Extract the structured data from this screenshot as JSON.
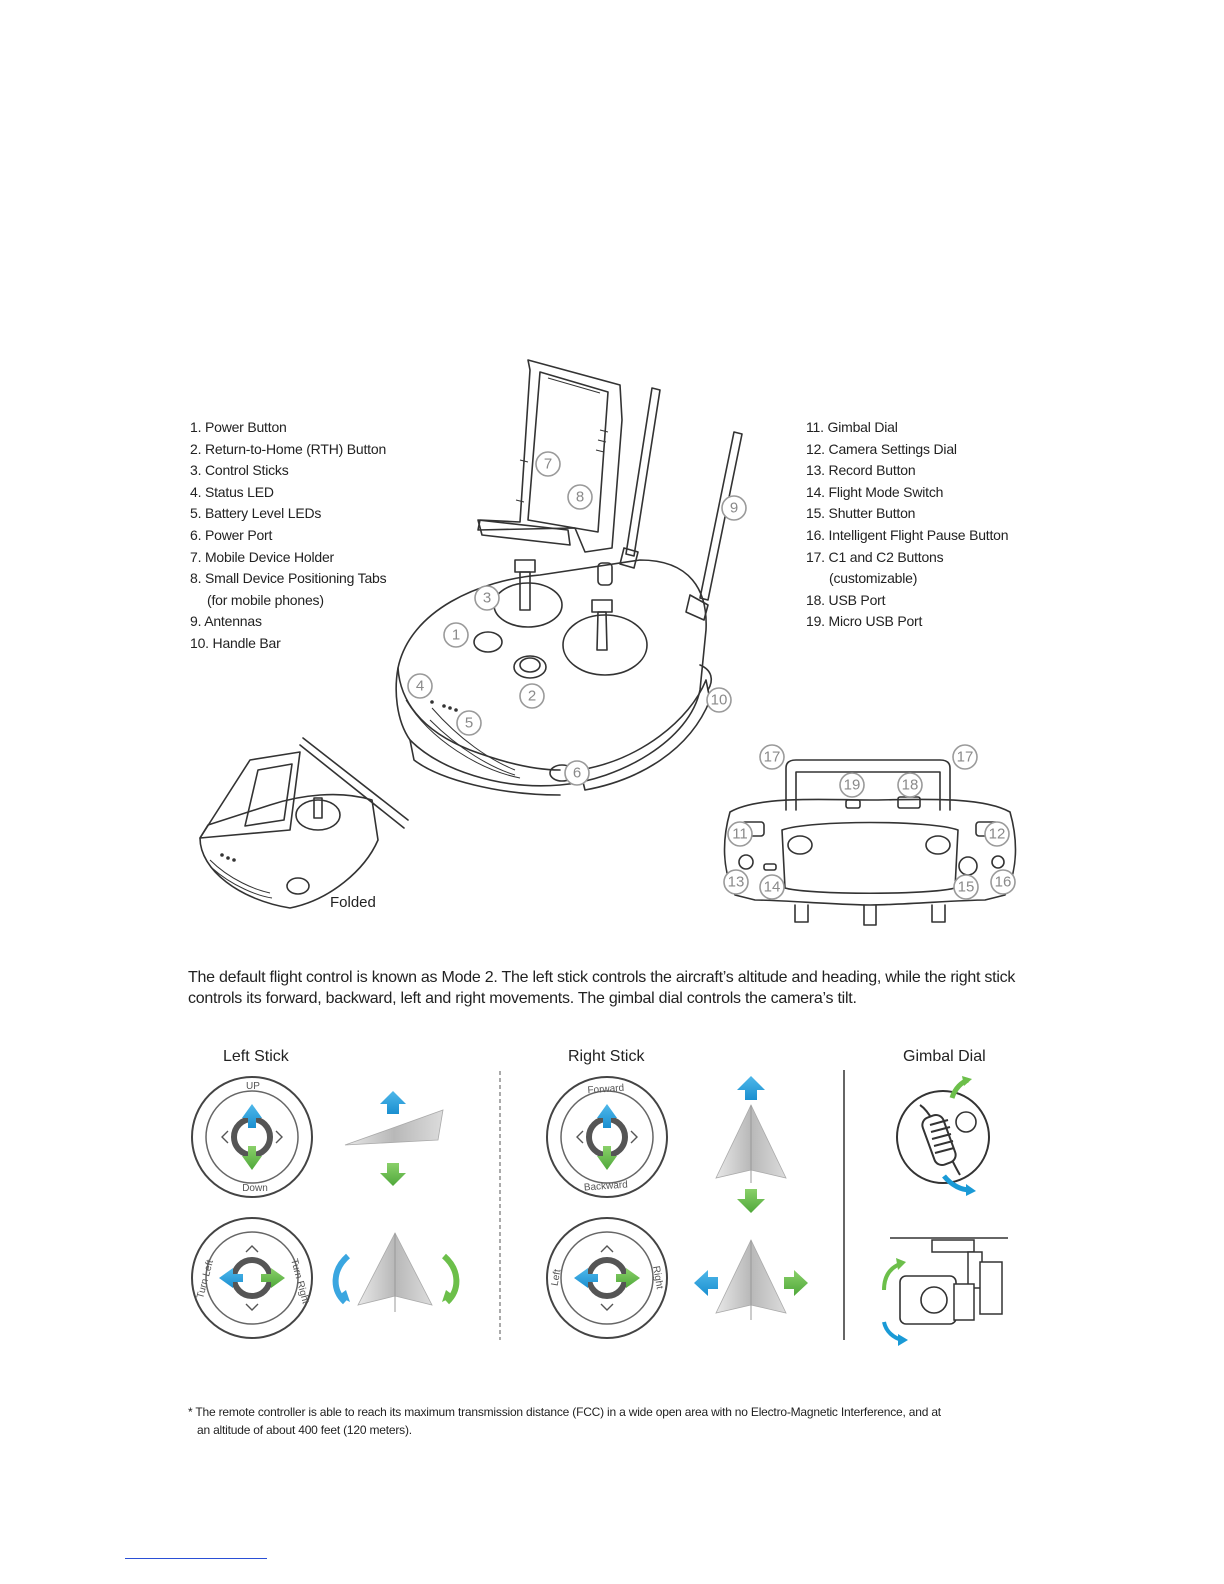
{
  "legend_left": {
    "items": [
      "1. Power Button",
      "2. Return-to-Home (RTH) Button",
      "3. Control Sticks",
      "4. Status LED",
      "5. Battery Level LEDs",
      "6. Power Port",
      "7. Mobile Device Holder",
      "8. Small Device Positioning Tabs",
      "(for mobile phones)",
      "9. Antennas",
      "10. Handle Bar"
    ]
  },
  "legend_right": {
    "items": [
      "11. Gimbal Dial",
      "12. Camera Settings Dial",
      "13. Record Button",
      "14. Flight Mode Switch",
      "15. Shutter Button",
      "16. Intelligent Flight Pause Button",
      "17. C1 and C2 Buttons",
      "(customizable)",
      "18. USB Port",
      "19. Micro USB Port"
    ]
  },
  "callouts_main": [
    "7",
    "8",
    "9",
    "3",
    "1",
    "2",
    "4",
    "5",
    "10",
    "6"
  ],
  "callouts_back": [
    "17",
    "17",
    "19",
    "18",
    "11",
    "12",
    "13",
    "14",
    "15",
    "16"
  ],
  "folded_label": "Folded",
  "description": "The default flight control is known as Mode 2. The left stick controls the aircraft’s altitude and heading, while the right stick controls its forward, backward, left and right movements. The gimbal dial controls the camera’s tilt.",
  "sections": {
    "left_stick": {
      "title": "Left Stick",
      "up": "UP",
      "down": "Down",
      "turn_left": "Turn Left",
      "turn_right": "Turn Right"
    },
    "right_stick": {
      "title": "Right Stick",
      "forward": "Forward",
      "backward": "Backward",
      "left": "Left",
      "right": "Right"
    },
    "gimbal_dial": {
      "title": "Gimbal Dial"
    }
  },
  "footnote": {
    "line1": "* The remote controller is able to reach its maximum transmission distance (FCC) in a wide open area with no Electro-Magnetic Interference, and at",
    "line2": "an altitude of about 400 feet (120 meters)."
  },
  "colors": {
    "arrow_blue": "#1a9ad6",
    "arrow_green": "#6cbf4a",
    "callout_gray": "#9a9a9a"
  }
}
